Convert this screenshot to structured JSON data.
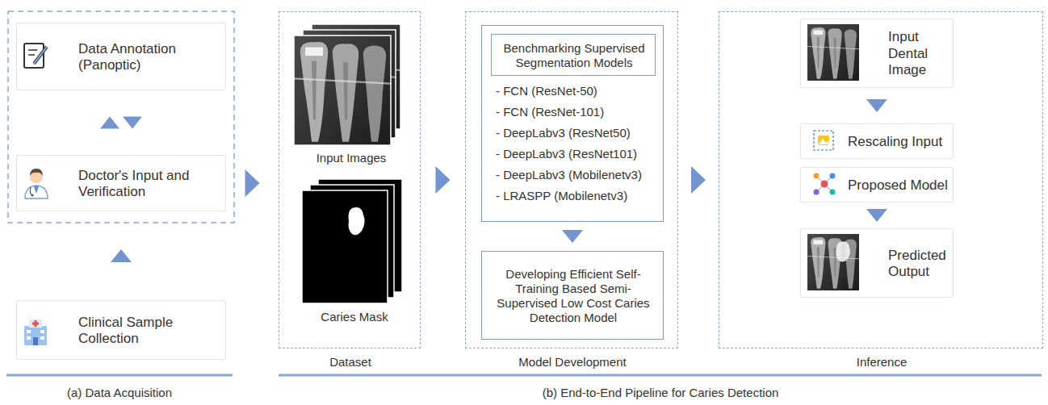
{
  "diagram": {
    "nodes": [
      {
        "text": [
          "Data Annotation (Panoptic)"
        ]
      },
      {
        "text": [
          "Doctor's Input and Verification"
        ]
      },
      {
        "text": [
          "Clinical Sample Collection"
        ]
      },
      {
        "text": [
          "Dataset"
        ]
      },
      {
        "text": [
          "Input Images"
        ],
        "in": 3
      },
      {
        "text": [
          "Caries Mask"
        ],
        "in": 3
      },
      {
        "text": [
          "Model Development"
        ]
      },
      {
        "text": [
          "- FCN (ResNet-50)",
          "- FCN (ResNet-101)",
          "- DeepLabv3 (ResNet50)",
          "- DeepLabv3 (ResNet101)",
          "- DeepLabv3 (Mobilenetv3)",
          "- LRASPP (Mobilenetv3)"
        ],
        "in": 6
      },
      {
        "text": [
          "Benchmarking Supervised Segmentation Models"
        ],
        "in": 7
      },
      {
        "text": [
          "Developing Efficient Self-Training Based Semi-Supervised Low Cost Caries Detection Model"
        ],
        "in": 6
      },
      {
        "text": [
          "Inference"
        ]
      },
      {
        "text": [
          "Input Dental Image"
        ],
        "in": 10
      },
      {
        "text": [
          "Rescaling Input"
        ],
        "in": 10
      },
      {
        "text": [
          "Proposed Model"
        ],
        "in": 10
      },
      {
        "text": [
          "Predicted Output"
        ],
        "in": 10
      }
    ],
    "edges": [
      {
        "from": 0,
        "to": 1,
        "arrow": "both"
      },
      {
        "from": 2,
        "to": 1,
        "arrow": "to"
      },
      {
        "from": 1,
        "to": 3,
        "arrow": "to"
      },
      {
        "from": 3,
        "to": 6,
        "arrow": "to"
      },
      {
        "from": 7,
        "to": 9,
        "arrow": "to"
      },
      {
        "from": 6,
        "to": 10,
        "arrow": "to"
      },
      {
        "from": 11,
        "to": 12,
        "arrow": "to"
      },
      {
        "from": 13,
        "to": 14,
        "arrow": "to"
      }
    ],
    "labels": [
      "(a) Data Acquisition",
      "(b) End-to-End Pipeline for Caries Detection"
    ]
  }
}
